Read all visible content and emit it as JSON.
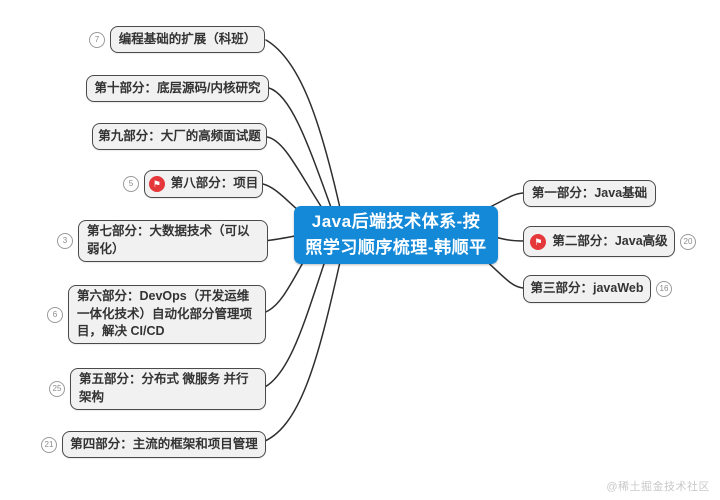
{
  "colors": {
    "center_bg": "#1389d8",
    "node_bg": "#f1f1f1",
    "node_border": "#4a4a4a",
    "line": "#2e2e2e",
    "flag_red": "#e5383b",
    "watermark_gray": "#c9c9c9"
  },
  "icons": {
    "flag": "⚑"
  },
  "center": {
    "label": "Java后端技术体系-按照学习顺序梳理-韩顺平"
  },
  "left_nodes": [
    {
      "label": "编程基础的扩展（科班）",
      "badge": "7"
    },
    {
      "label": "第十部分：底层源码/内核研究"
    },
    {
      "label": "第九部分：大厂的高频面试题"
    },
    {
      "label": "第八部分：项目",
      "badge": "5"
    },
    {
      "label": "第七部分：大数据技术（可以弱化）",
      "badge": "3"
    },
    {
      "label": "第六部分：DevOps（开发运维一体化技术）自动化部分管理项目，解决 CI/CD",
      "badge": "6"
    },
    {
      "label": "第五部分：分布式 微服务 并行架构",
      "badge": "25"
    },
    {
      "label": "第四部分：主流的框架和项目管理",
      "badge": "21"
    }
  ],
  "right_nodes": [
    {
      "label": "第一部分：Java基础"
    },
    {
      "label": "第二部分：Java高级",
      "badge": "20"
    },
    {
      "label": "第三部分：javaWeb",
      "badge": "16"
    }
  ],
  "watermark": "@稀土掘金技术社区"
}
